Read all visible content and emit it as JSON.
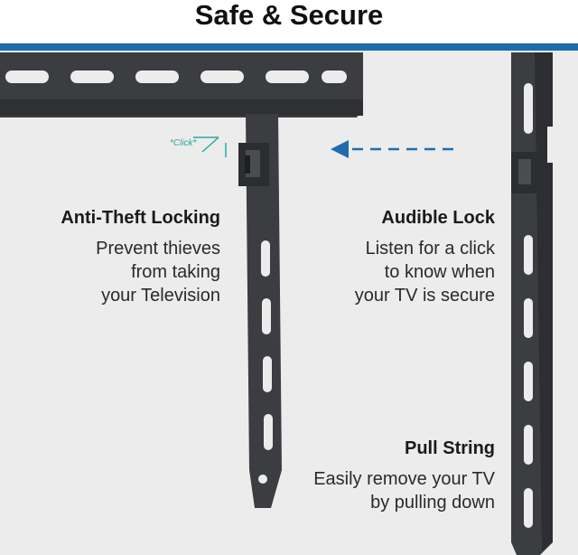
{
  "header": {
    "title": "Safe & Secure"
  },
  "click_label": "*Click*",
  "features": [
    {
      "title": "Anti-Theft Locking",
      "body": "Prevent thieves\nfrom taking\nyour Television"
    },
    {
      "title": "Audible Lock",
      "body": "Listen for a click\nto know when\nyour TV is secure"
    },
    {
      "title": "Pull String",
      "body": "Easily remove your TV\nby pulling down"
    }
  ],
  "colors": {
    "accent": "#1f6bb0",
    "click": "#2aa7a3",
    "metal": "#3b3d40"
  }
}
